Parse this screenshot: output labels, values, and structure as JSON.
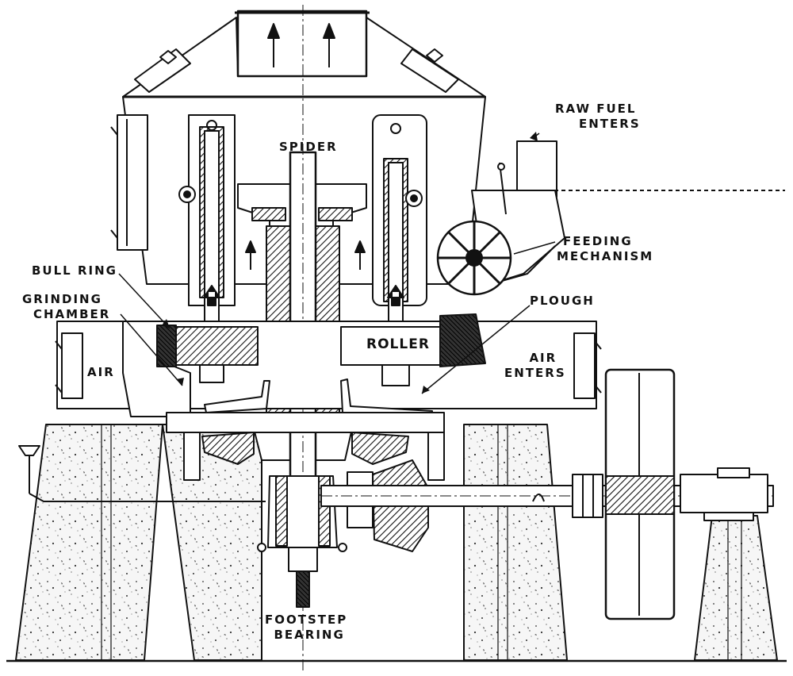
{
  "labels": {
    "raw_fuel": [
      "RAW FUEL",
      "ENTERS"
    ],
    "spider": "SPIDER",
    "feeding": [
      "FEEDING",
      "MECHANISM"
    ],
    "bull_ring": "BULL RING",
    "grinding": [
      "GRINDING",
      "CHAMBER"
    ],
    "plough": "PLOUGH",
    "roller": "ROLLER",
    "air_left": "AIR",
    "air_right": [
      "AIR",
      "ENTERS"
    ],
    "footstep": [
      "FOOTSTEP",
      "BEARING"
    ]
  },
  "colors": {
    "ink": "#111111",
    "paper": "#ffffff",
    "concrete": "#f6f6f6"
  }
}
